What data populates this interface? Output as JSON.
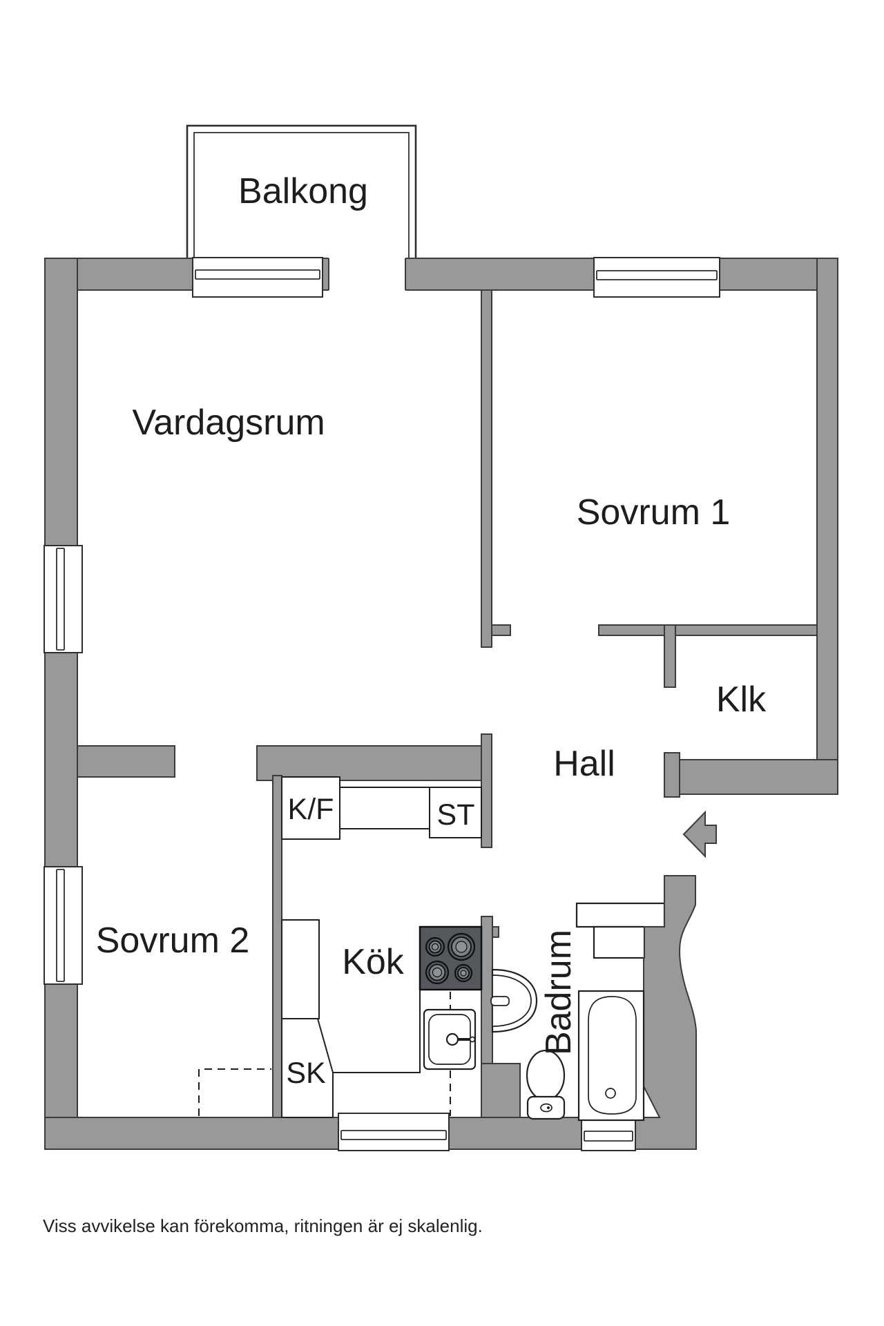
{
  "labels": {
    "balkong": "Balkong",
    "vardagsrum": "Vardagsrum",
    "sovrum1": "Sovrum 1",
    "sovrum2": "Sovrum 2",
    "kok": "Kök",
    "badrum": "Badrum",
    "hall": "Hall",
    "klk": "Klk",
    "kf": "K/F",
    "st": "ST",
    "sk": "SK"
  },
  "footer": "Viss avvikelse kan förekomma, ritningen är ej skalenlig.",
  "colors": {
    "wall": "#97999b",
    "outline": "#3b3b3b",
    "fixture_outline": "#1f1f1f",
    "stove_body": "#54585c",
    "text": "#1d1d1f"
  }
}
